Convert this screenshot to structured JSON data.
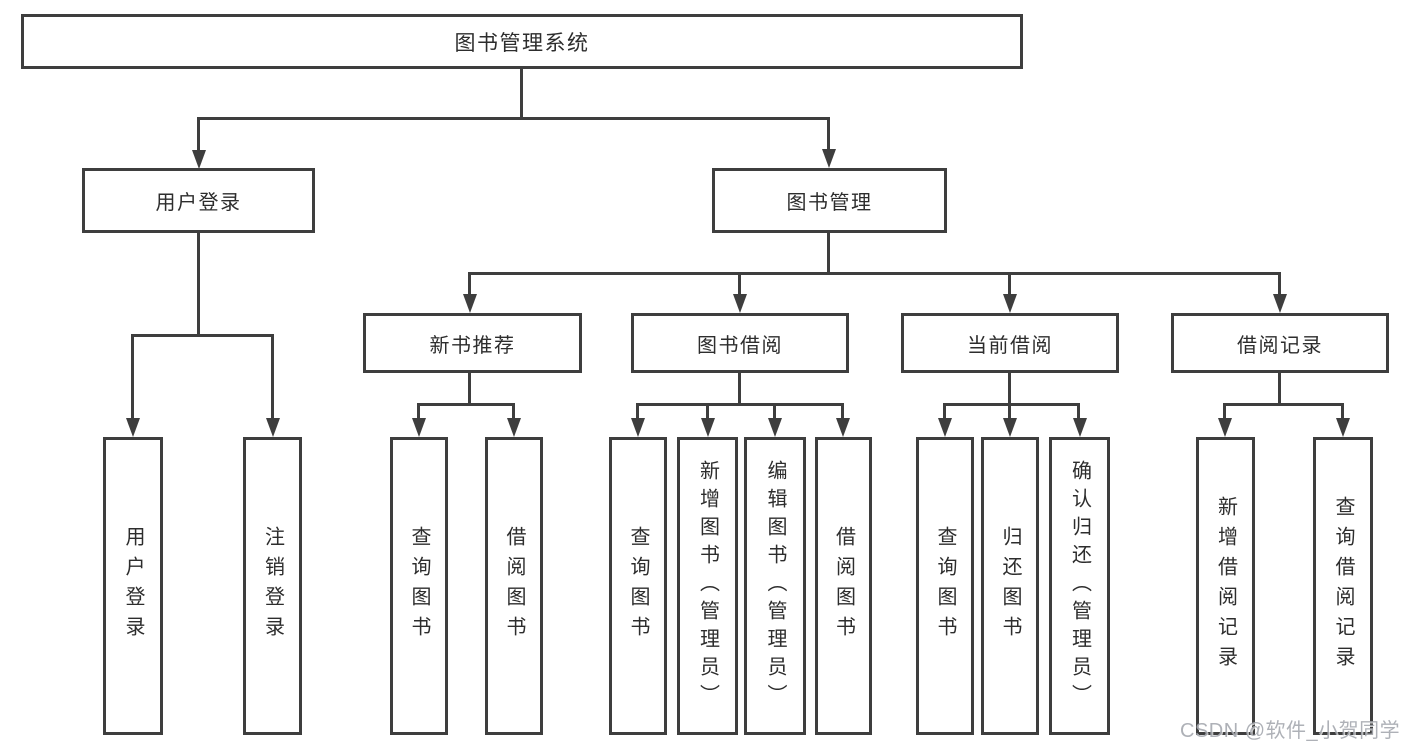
{
  "colors": {
    "line": "#3e3e3e",
    "text": "#2d2d2d",
    "background": "#ffffff",
    "watermark_color": "#a6a9b0"
  },
  "watermark": "CSDN @软件_小贺同学",
  "tree": {
    "root": {
      "label": "图书管理系统"
    },
    "branches": [
      {
        "label": "用户登录",
        "children": [
          {
            "label": "用户登录"
          },
          {
            "label": "注销登录"
          }
        ]
      },
      {
        "label": "图书管理",
        "children": [
          {
            "label": "新书推荐",
            "children": [
              {
                "label": "查询图书"
              },
              {
                "label": "借阅图书"
              }
            ]
          },
          {
            "label": "图书借阅",
            "children": [
              {
                "label": "查询图书"
              },
              {
                "label": "新增图书（管理员）"
              },
              {
                "label": "编辑图书（管理员）"
              },
              {
                "label": "借阅图书"
              }
            ]
          },
          {
            "label": "当前借阅",
            "children": [
              {
                "label": "查询图书"
              },
              {
                "label": "归还图书"
              },
              {
                "label": "确认归还（管理员）"
              }
            ]
          },
          {
            "label": "借阅记录",
            "children": [
              {
                "label": "新增借阅记录"
              },
              {
                "label": "查询借阅记录"
              }
            ]
          }
        ]
      }
    ]
  }
}
